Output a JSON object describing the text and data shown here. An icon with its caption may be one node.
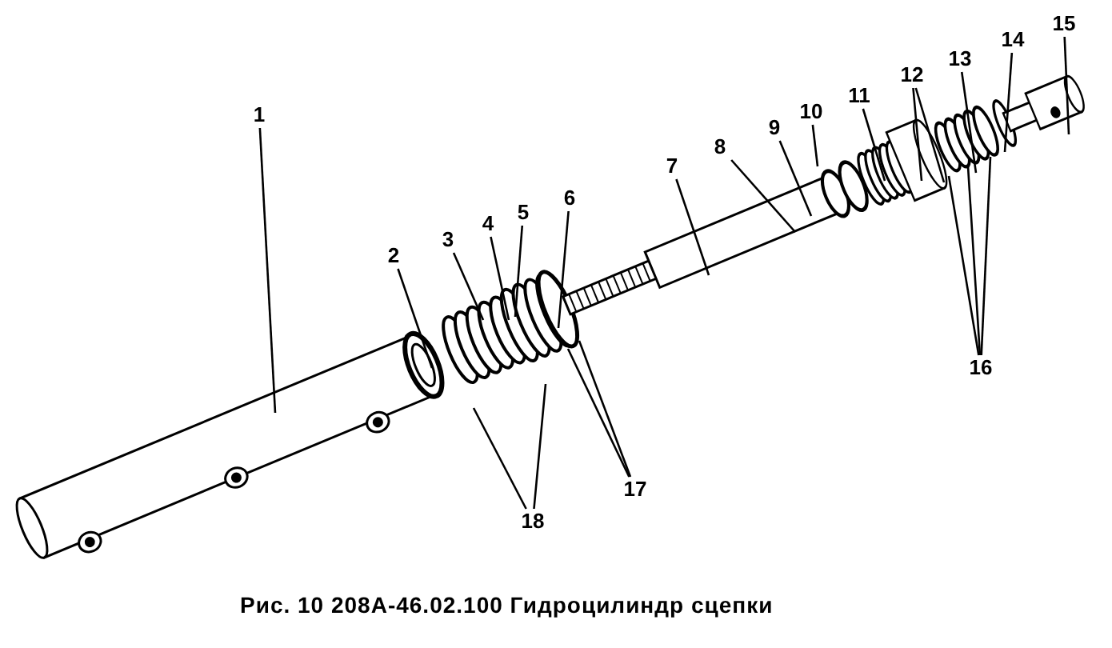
{
  "diagram": {
    "caption": "**Рис. 10**  208А-46.02.100 Гидроцилиндр сцепки",
    "nodes": [
      {
        "text": [
          "1"
        ]
      },
      {
        "text": [
          "2"
        ]
      },
      {
        "text": [
          "3"
        ]
      },
      {
        "text": [
          "4"
        ]
      },
      {
        "text": [
          "5"
        ]
      },
      {
        "text": [
          "6"
        ]
      },
      {
        "text": [
          "7"
        ]
      },
      {
        "text": [
          "8"
        ]
      },
      {
        "text": [
          "9"
        ]
      },
      {
        "text": [
          "10"
        ]
      },
      {
        "text": [
          "11"
        ]
      },
      {
        "text": [
          "12"
        ]
      },
      {
        "text": [
          "13"
        ]
      },
      {
        "text": [
          "14"
        ]
      },
      {
        "text": [
          "15"
        ]
      },
      {
        "text": [
          "16"
        ]
      },
      {
        "text": [
          "17"
        ]
      },
      {
        "text": [
          "18"
        ]
      }
    ],
    "edges": [
      {
        "from": 0,
        "to": null,
        "arrow": "none"
      },
      {
        "from": 1,
        "to": null,
        "arrow": "none"
      },
      {
        "from": 2,
        "to": null,
        "arrow": "none"
      },
      {
        "from": 3,
        "to": null,
        "arrow": "none"
      },
      {
        "from": 4,
        "to": null,
        "arrow": "none"
      },
      {
        "from": 5,
        "to": null,
        "arrow": "none"
      },
      {
        "from": 6,
        "to": null,
        "arrow": "none"
      },
      {
        "from": 7,
        "to": null,
        "arrow": "none"
      },
      {
        "from": 8,
        "to": null,
        "arrow": "none"
      },
      {
        "from": 9,
        "to": null,
        "arrow": "none"
      },
      {
        "from": 10,
        "to": null,
        "arrow": "none"
      },
      {
        "from": 11,
        "to": null,
        "arrow": "none"
      },
      {
        "from": 11,
        "to": null,
        "arrow": "none"
      },
      {
        "from": 12,
        "to": null,
        "arrow": "none"
      },
      {
        "from": 13,
        "to": null,
        "arrow": "none"
      },
      {
        "from": 14,
        "to": null,
        "arrow": "none"
      },
      {
        "from": 15,
        "to": null,
        "arrow": "none"
      },
      {
        "from": 15,
        "to": null,
        "arrow": "none"
      },
      {
        "from": 15,
        "to": null,
        "arrow": "none"
      },
      {
        "from": 16,
        "to": null,
        "arrow": "none"
      },
      {
        "from": 16,
        "to": null,
        "arrow": "none"
      },
      {
        "from": 17,
        "to": null,
        "arrow": "none"
      },
      {
        "from": 17,
        "to": null,
        "arrow": "none"
      }
    ]
  }
}
